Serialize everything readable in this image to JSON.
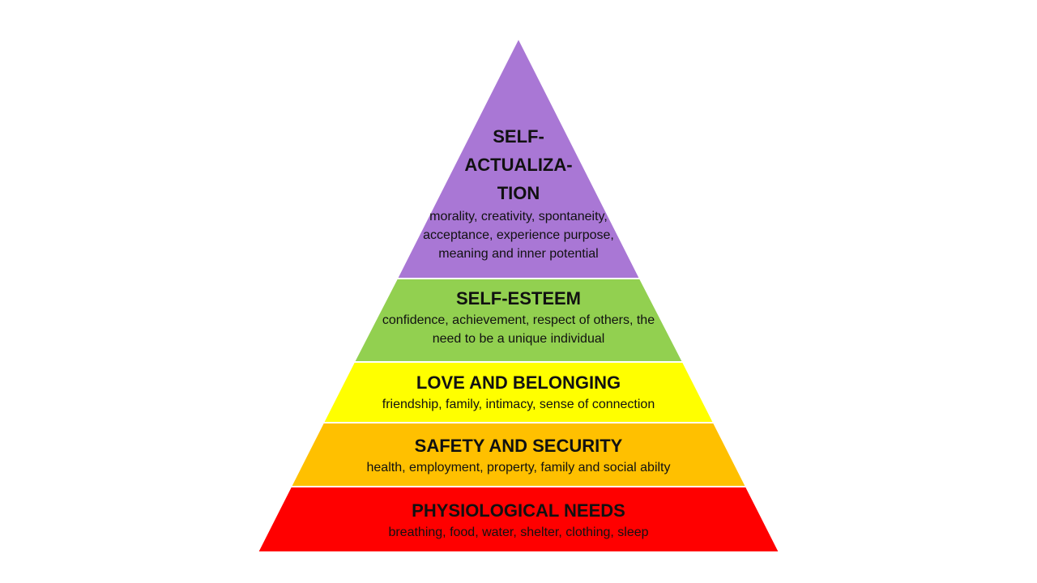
{
  "levels": [
    {
      "key": "self_actualization",
      "title": "SELF-ACTUALIZA-TION",
      "title_lines": [
        "SELF-",
        "ACTUALIZA-",
        "TION"
      ],
      "description": "morality, creativity, spontaneity, acceptance, experience purpose, meaning and inner potential",
      "color": "#A977D5"
    },
    {
      "key": "self_esteem",
      "title": "SELF-ESTEEM",
      "description": "confidence, achievement, respect of others, the need to be a unique individual",
      "color": "#92D050"
    },
    {
      "key": "love_and_belonging",
      "title": "LOVE AND BELONGING",
      "description": "friendship, family, intimacy, sense of connection",
      "color": "#FFFF00"
    },
    {
      "key": "safety_and_security",
      "title": "SAFETY AND SECURITY",
      "description": "health, employment, property, family and social abilty",
      "color": "#FFC000"
    },
    {
      "key": "physiological_needs",
      "title": "PHYSIOLOGICAL NEEDS",
      "description": "breathing, food, water, shelter, clothing, sleep",
      "color": "#FF0000"
    }
  ]
}
